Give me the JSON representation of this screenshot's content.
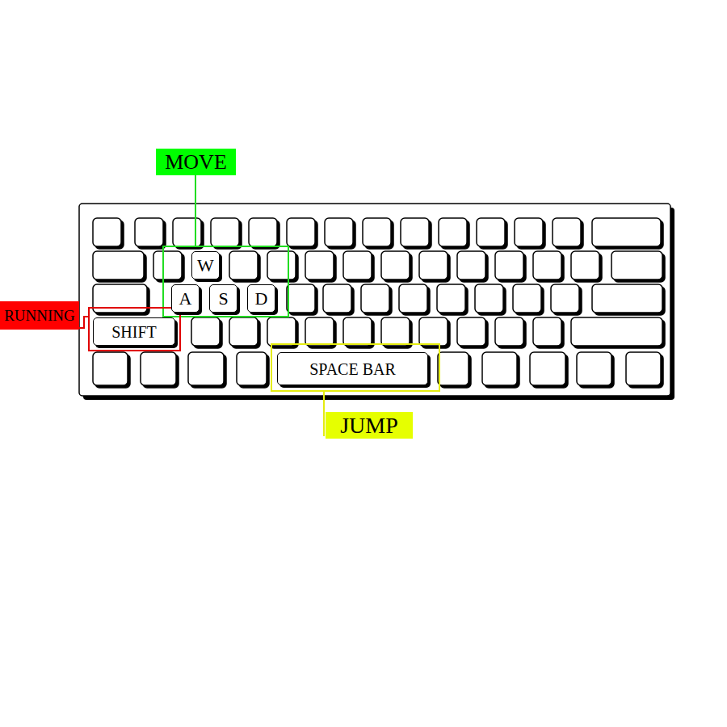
{
  "diagram": {
    "nodes": [
      {
        "text": [
          "MOVE"
        ]
      },
      {
        "text": [
          "W"
        ]
      },
      {
        "text": [
          "A"
        ]
      },
      {
        "text": [
          "S"
        ]
      },
      {
        "text": [
          "D"
        ]
      },
      {
        "text": [
          "RUNNING"
        ]
      },
      {
        "text": [
          "SHIFT"
        ]
      },
      {
        "text": [
          "SPACE BAR"
        ]
      },
      {
        "text": [
          "JUMP"
        ]
      }
    ]
  }
}
